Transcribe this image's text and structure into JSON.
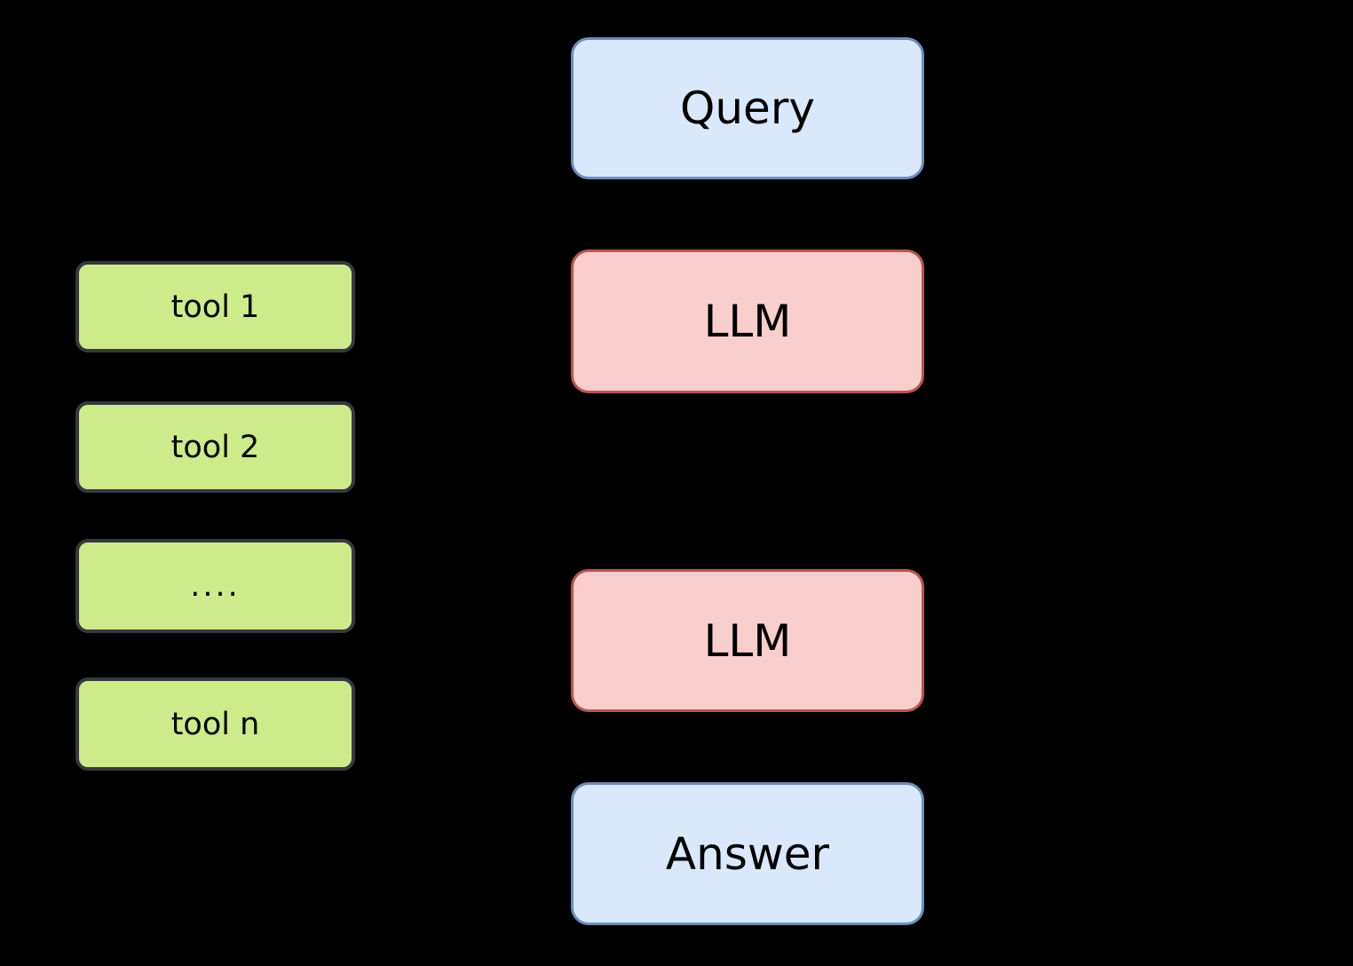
{
  "canvas": {
    "background": "#000000"
  },
  "palette": {
    "blue_fill": "#dae8fc",
    "blue_stroke": "#6c8ebf",
    "red_fill": "#f8cecc",
    "red_stroke": "#b85450",
    "green_fill": "#cdeb8b",
    "green_stroke": "#36393d",
    "text_color": "#000000"
  },
  "flow": {
    "nodes": [
      {
        "label": "Query",
        "style": "blue"
      },
      {
        "label": "LLM",
        "style": "red"
      },
      {
        "label": "LLM",
        "style": "red"
      },
      {
        "label": "Answer",
        "style": "blue"
      }
    ]
  },
  "tools": {
    "items": [
      {
        "label": "tool 1"
      },
      {
        "label": "tool 2"
      },
      {
        "label": "...."
      },
      {
        "label": "tool n"
      }
    ]
  }
}
